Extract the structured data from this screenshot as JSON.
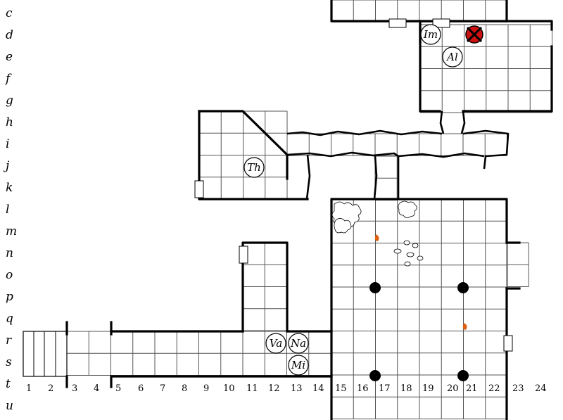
{
  "map": {
    "row_labels": [
      "c",
      "d",
      "e",
      "f",
      "g",
      "h",
      "i",
      "j",
      "k",
      "l",
      "m",
      "n",
      "o",
      "p",
      "q",
      "r",
      "s",
      "t",
      "u"
    ],
    "column_labels": [
      "1",
      "2",
      "3",
      "4",
      "5",
      "6",
      "7",
      "8",
      "9",
      "10",
      "11",
      "12",
      "13",
      "14",
      "15",
      "16",
      "17",
      "18",
      "19",
      "20",
      "21",
      "22",
      "23",
      "24"
    ],
    "tokens": [
      {
        "id": "im",
        "label": "Im"
      },
      {
        "id": "al",
        "label": "Al"
      },
      {
        "id": "th",
        "label": "Th"
      },
      {
        "id": "va",
        "label": "Va"
      },
      {
        "id": "na",
        "label": "Na"
      },
      {
        "id": "mi",
        "label": "Mi"
      }
    ],
    "markers": {
      "target_color": "#cc1111",
      "torch_color": "#e06010"
    }
  }
}
